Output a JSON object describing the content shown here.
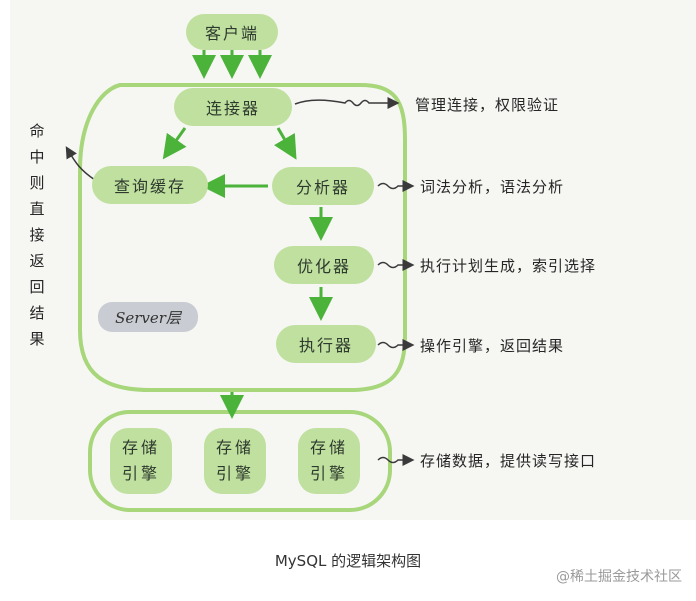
{
  "diagram": {
    "client": "客户端",
    "connector": "连接器",
    "query_cache": "查询缓存",
    "analyzer": "分析器",
    "optimizer": "优化器",
    "executor": "执行器",
    "server_layer": "Server层",
    "engines": [
      {
        "line1": "存储",
        "line2": "引擎"
      },
      {
        "line1": "存储",
        "line2": "引擎"
      },
      {
        "line1": "存储",
        "line2": "引擎"
      }
    ],
    "notes": {
      "connector": "管理连接，权限验证",
      "analyzer": "词法分析，语法分析",
      "optimizer": "执行计划生成，索引选择",
      "executor": "操作引擎，返回结果",
      "storage": "存储数据，提供读写接口",
      "cache_hit": "命中则直接返回结果"
    },
    "colors": {
      "box_fill": "#bfe09e",
      "outline": "#a7d67b",
      "arrow": "#4bb33a",
      "squiggle": "#3a3a3a"
    }
  },
  "caption": "MySQL 的逻辑架构图",
  "watermark": "@稀土掘金技术社区"
}
